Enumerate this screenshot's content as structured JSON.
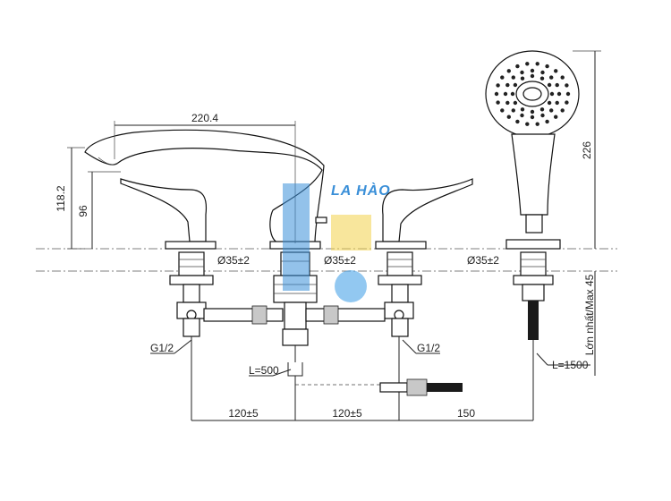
{
  "dimensions": {
    "spout_reach": "220.4",
    "spout_height": "118.2",
    "handle_height": "96",
    "hole_left": "Ø35±2",
    "hole_center": "Ø35±2",
    "hole_shower": "Ø35±2",
    "handshower_height": "226",
    "max_deck": "Lớn nhất/Max 45",
    "thread_left": "G1/2",
    "thread_right": "G1/2",
    "hose_center": "L=500",
    "hose_shower": "L=1500",
    "spacing_left": "120±5",
    "spacing_right": "120±5",
    "spacing_shower": "150"
  },
  "watermark": {
    "text": "LA HÀO",
    "color": "#3a8fd8"
  }
}
